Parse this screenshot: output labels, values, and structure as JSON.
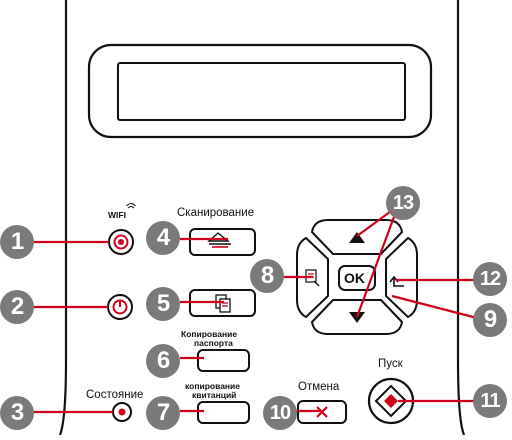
{
  "labels": {
    "wifi": "WIFI",
    "scan": "Сканирование",
    "copy_passport_line1": "Копирование",
    "copy_passport_line2": "паспорта",
    "status": "Состояние",
    "copy_receipt_line1": "копирование",
    "copy_receipt_line2": "квитанций",
    "cancel": "Отмена",
    "start": "Пуск",
    "ok": "OK"
  },
  "callouts": [
    "1",
    "2",
    "3",
    "4",
    "5",
    "6",
    "7",
    "8",
    "9",
    "10",
    "11",
    "12",
    "13"
  ],
  "colors": {
    "callout_fill": "#7a7a7a",
    "leader_line": "#d0021b",
    "outline": "#111111",
    "panel": "#ffffff"
  },
  "icons": {
    "wifi_button": "wifi-led-button",
    "power_button": "power-button",
    "status_led": "status-led",
    "scan_button": "scan-icon",
    "copy_button": "copy-icon",
    "id_copy_button": "id-copy-icon",
    "receipt_copy_button": "receipt-copy-icon",
    "cancel_button": "cancel-x-icon",
    "start_button": "start-diamond-icon",
    "nav_up": "arrow-up-icon",
    "nav_down": "arrow-down-icon",
    "nav_left": "menu-icon",
    "nav_right": "back-arrow-icon"
  }
}
